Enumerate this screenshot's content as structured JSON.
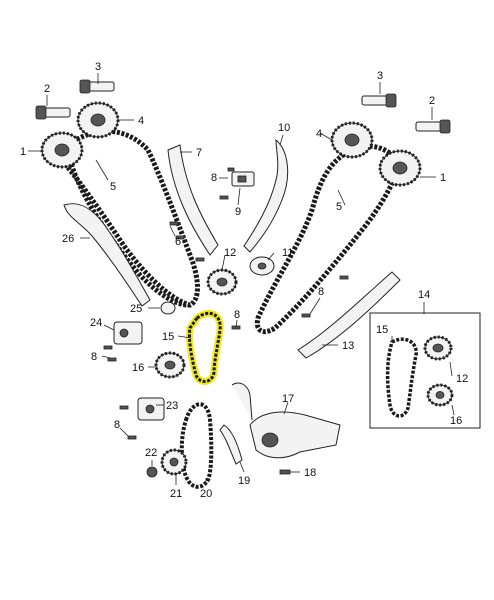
{
  "diagram": {
    "callouts": [
      {
        "id": "l3a",
        "text": "3"
      },
      {
        "id": "l2a",
        "text": "2"
      },
      {
        "id": "l4a",
        "text": "4"
      },
      {
        "id": "l1a",
        "text": "1"
      },
      {
        "id": "l5a",
        "text": "5"
      },
      {
        "id": "l7",
        "text": "7"
      },
      {
        "id": "l8a",
        "text": "8"
      },
      {
        "id": "l9",
        "text": "9"
      },
      {
        "id": "l6",
        "text": "6"
      },
      {
        "id": "l26",
        "text": "26"
      },
      {
        "id": "l12a",
        "text": "12"
      },
      {
        "id": "l11",
        "text": "11"
      },
      {
        "id": "l10",
        "text": "10"
      },
      {
        "id": "l3b",
        "text": "3"
      },
      {
        "id": "l2b",
        "text": "2"
      },
      {
        "id": "l4b",
        "text": "4"
      },
      {
        "id": "l1b",
        "text": "1"
      },
      {
        "id": "l5b",
        "text": "5"
      },
      {
        "id": "l8b",
        "text": "8"
      },
      {
        "id": "l13",
        "text": "13"
      },
      {
        "id": "l14",
        "text": "14"
      },
      {
        "id": "l15a",
        "text": "15"
      },
      {
        "id": "l12b",
        "text": "12"
      },
      {
        "id": "l16b",
        "text": "16"
      },
      {
        "id": "l25",
        "text": "25"
      },
      {
        "id": "l24",
        "text": "24"
      },
      {
        "id": "l15b",
        "text": "15"
      },
      {
        "id": "l8c",
        "text": "8"
      },
      {
        "id": "l16a",
        "text": "16"
      },
      {
        "id": "l23",
        "text": "23"
      },
      {
        "id": "l8d",
        "text": "8"
      },
      {
        "id": "l22",
        "text": "22"
      },
      {
        "id": "l21",
        "text": "21"
      },
      {
        "id": "l20",
        "text": "20"
      },
      {
        "id": "l19",
        "text": "19"
      },
      {
        "id": "l17",
        "text": "17"
      },
      {
        "id": "l18",
        "text": "18"
      },
      {
        "id": "l8e",
        "text": "8"
      }
    ],
    "highlight_color": "#f2ea1c"
  }
}
